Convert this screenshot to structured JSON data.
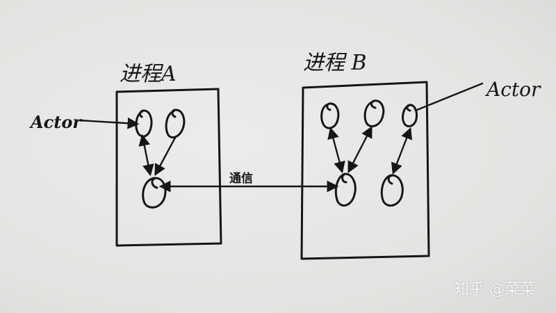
{
  "process_a": {
    "title": "进程A"
  },
  "process_b": {
    "title": "进程 B"
  },
  "actor_left": {
    "label": "Actor"
  },
  "actor_right": {
    "label": "Actor"
  },
  "edge_label": "通信",
  "watermark": "知乎 @菜菜",
  "colors": {
    "paper": "#e7e8e6",
    "ink": "#151515",
    "watermark": "#f6f6f6"
  }
}
